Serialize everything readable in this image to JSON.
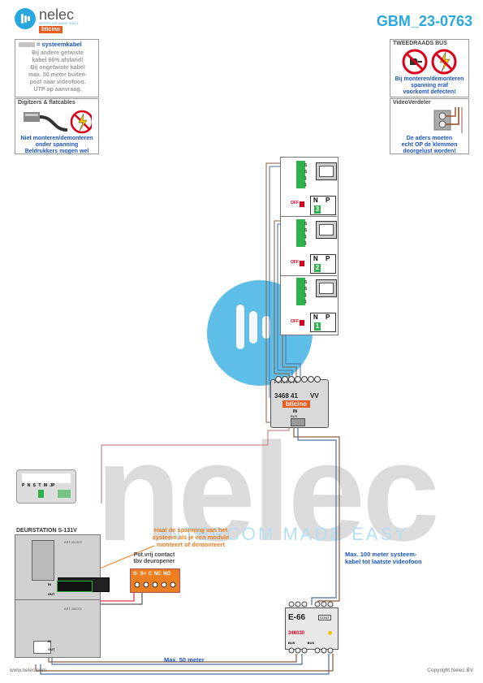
{
  "header": {
    "brand": "nelec",
    "brand_tagline": "INTERCOM MADE EASY",
    "brand_sub": "bticino",
    "doc_code": "GBM_23-0763"
  },
  "notes": {
    "cable": {
      "title": "= systeemkabel",
      "lines": [
        "Bij andere getwiste",
        "kabel 66% afstand!",
        "Bij ongetwiste kabel",
        "max. 50 meter buiten-",
        "post naar videofoon.",
        "UTP op aanvraag."
      ]
    },
    "digitizers": {
      "title": "Digitzers & flatcables",
      "lines": [
        "Niet monteren/demonteren",
        "onder spanning",
        "Beldrukkers mogen wel"
      ]
    },
    "bus": {
      "title": "TWEEDRAADS BUS",
      "lines": [
        "Bij monteren/demonteren",
        "spanning eraf",
        "voorkomt defecten!"
      ]
    },
    "distributor": {
      "title": "VideoVerdeler",
      "lines": [
        "De aders moeten",
        "echt OP de klemmen",
        "doorgelust worden!"
      ]
    }
  },
  "monitors": [
    {
      "term": [
        "S",
        "S",
        "1",
        "1"
      ],
      "off_label": "OFF",
      "np": [
        "N",
        "P"
      ],
      "number": "3"
    },
    {
      "term": [
        "S",
        "S",
        "1",
        "1"
      ],
      "off_label": "OFF",
      "np": [
        "N",
        "P"
      ],
      "number": "2"
    },
    {
      "term": [
        "S",
        "S",
        "1",
        "1"
      ],
      "off_label": "OFF",
      "np": [
        "N",
        "P"
      ],
      "number": "1"
    }
  ],
  "distributor_module": {
    "ports": [
      "P1",
      "P2",
      "P3",
      "P4"
    ],
    "model": "3468 41",
    "tag": "VV",
    "brand": "bticino",
    "in_label": "IN",
    "in_terminals": "BUS"
  },
  "door_station": {
    "title": "DEURSTATION S-131V",
    "dip_labels": [
      "P",
      "N",
      "S",
      "T",
      "M",
      "JP"
    ],
    "note": [
      "Haal de spanning van het",
      "systeem als je een module",
      "monteert of demonteert"
    ],
    "module_labels": [
      "ART.331302",
      "ART.352001"
    ],
    "in_label": "IN",
    "out_label": "OUT"
  },
  "relay": {
    "title": [
      "Pot.vrij contact",
      "tbv deuropener"
    ],
    "terminals": [
      "S-",
      "S+",
      "C",
      "NC",
      "NO"
    ]
  },
  "psu": {
    "model": "E-66",
    "code": "346030",
    "tag": "CONT.",
    "bus_labels": [
      "BUS",
      "BUS"
    ]
  },
  "annotations": {
    "max100": [
      "Max. 100 meter systeem-",
      "kabel tot laatste videofoon"
    ],
    "max50": "Max. 50 meter"
  },
  "watermark": {
    "word": "nelec",
    "tagline": "INTERCOM MADE EASY"
  },
  "footer": {
    "left": "www.nelec.com",
    "right": "Copyright Nelec BV"
  },
  "colors": {
    "brand_blue": "#29a8e0",
    "text_blue": "#1a55c0",
    "warning_red": "#d9001b",
    "orange": "#ee7e22",
    "green": "#2db24a"
  }
}
